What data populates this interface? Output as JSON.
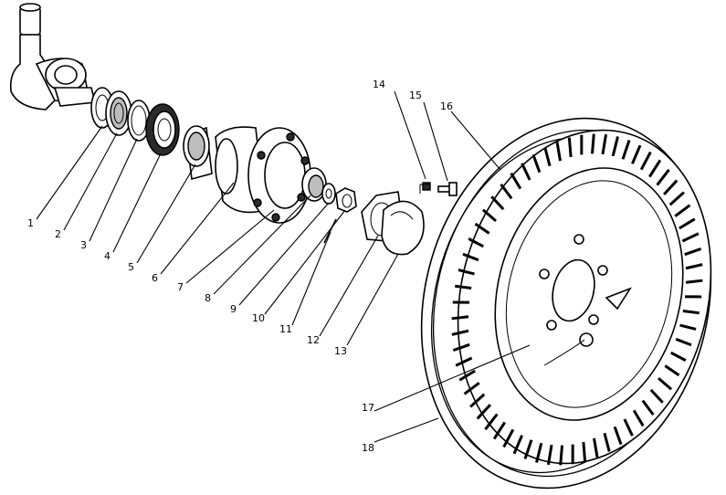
{
  "callouts": [
    {
      "id": "1",
      "text": "1"
    },
    {
      "id": "2",
      "text": "2"
    },
    {
      "id": "3",
      "text": "3"
    },
    {
      "id": "4",
      "text": "4"
    },
    {
      "id": "5",
      "text": "5"
    },
    {
      "id": "6",
      "text": "6"
    },
    {
      "id": "7",
      "text": "7"
    },
    {
      "id": "8",
      "text": "8"
    },
    {
      "id": "9",
      "text": "9"
    },
    {
      "id": "10",
      "text": "10"
    },
    {
      "id": "11",
      "text": "11"
    },
    {
      "id": "12",
      "text": "12"
    },
    {
      "id": "13",
      "text": "13"
    },
    {
      "id": "14",
      "text": "14"
    },
    {
      "id": "15",
      "text": "15"
    },
    {
      "id": "16",
      "text": "16"
    },
    {
      "id": "17",
      "text": "17"
    },
    {
      "id": "18",
      "text": "18"
    }
  ],
  "colors": {
    "ink": "#000000",
    "paper": "#ffffff",
    "shade": "#2a2a2a"
  }
}
